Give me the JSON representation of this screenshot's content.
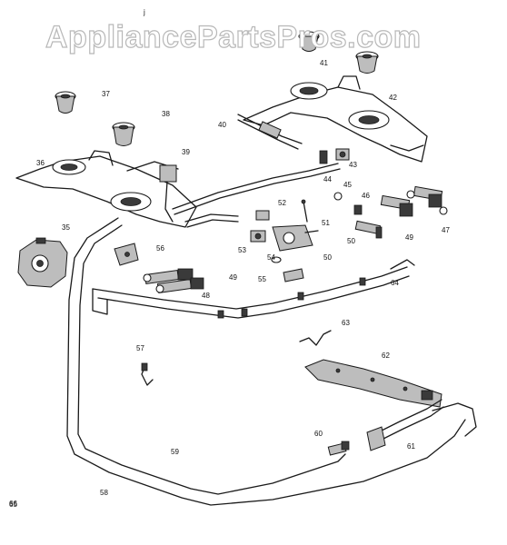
{
  "watermark": "AppliancePartsPros.com",
  "stray_mark": "j",
  "callouts": [
    "35",
    "36",
    "37",
    "38",
    "39",
    "40",
    "41",
    "42",
    "43",
    "44",
    "45",
    "46",
    "47",
    "48",
    "49",
    "49",
    "50",
    "50",
    "51",
    "52",
    "53",
    "54",
    "55",
    "56",
    "57",
    "58",
    "59",
    "60",
    "61",
    "62",
    "63",
    "64",
    "65",
    "66"
  ]
}
